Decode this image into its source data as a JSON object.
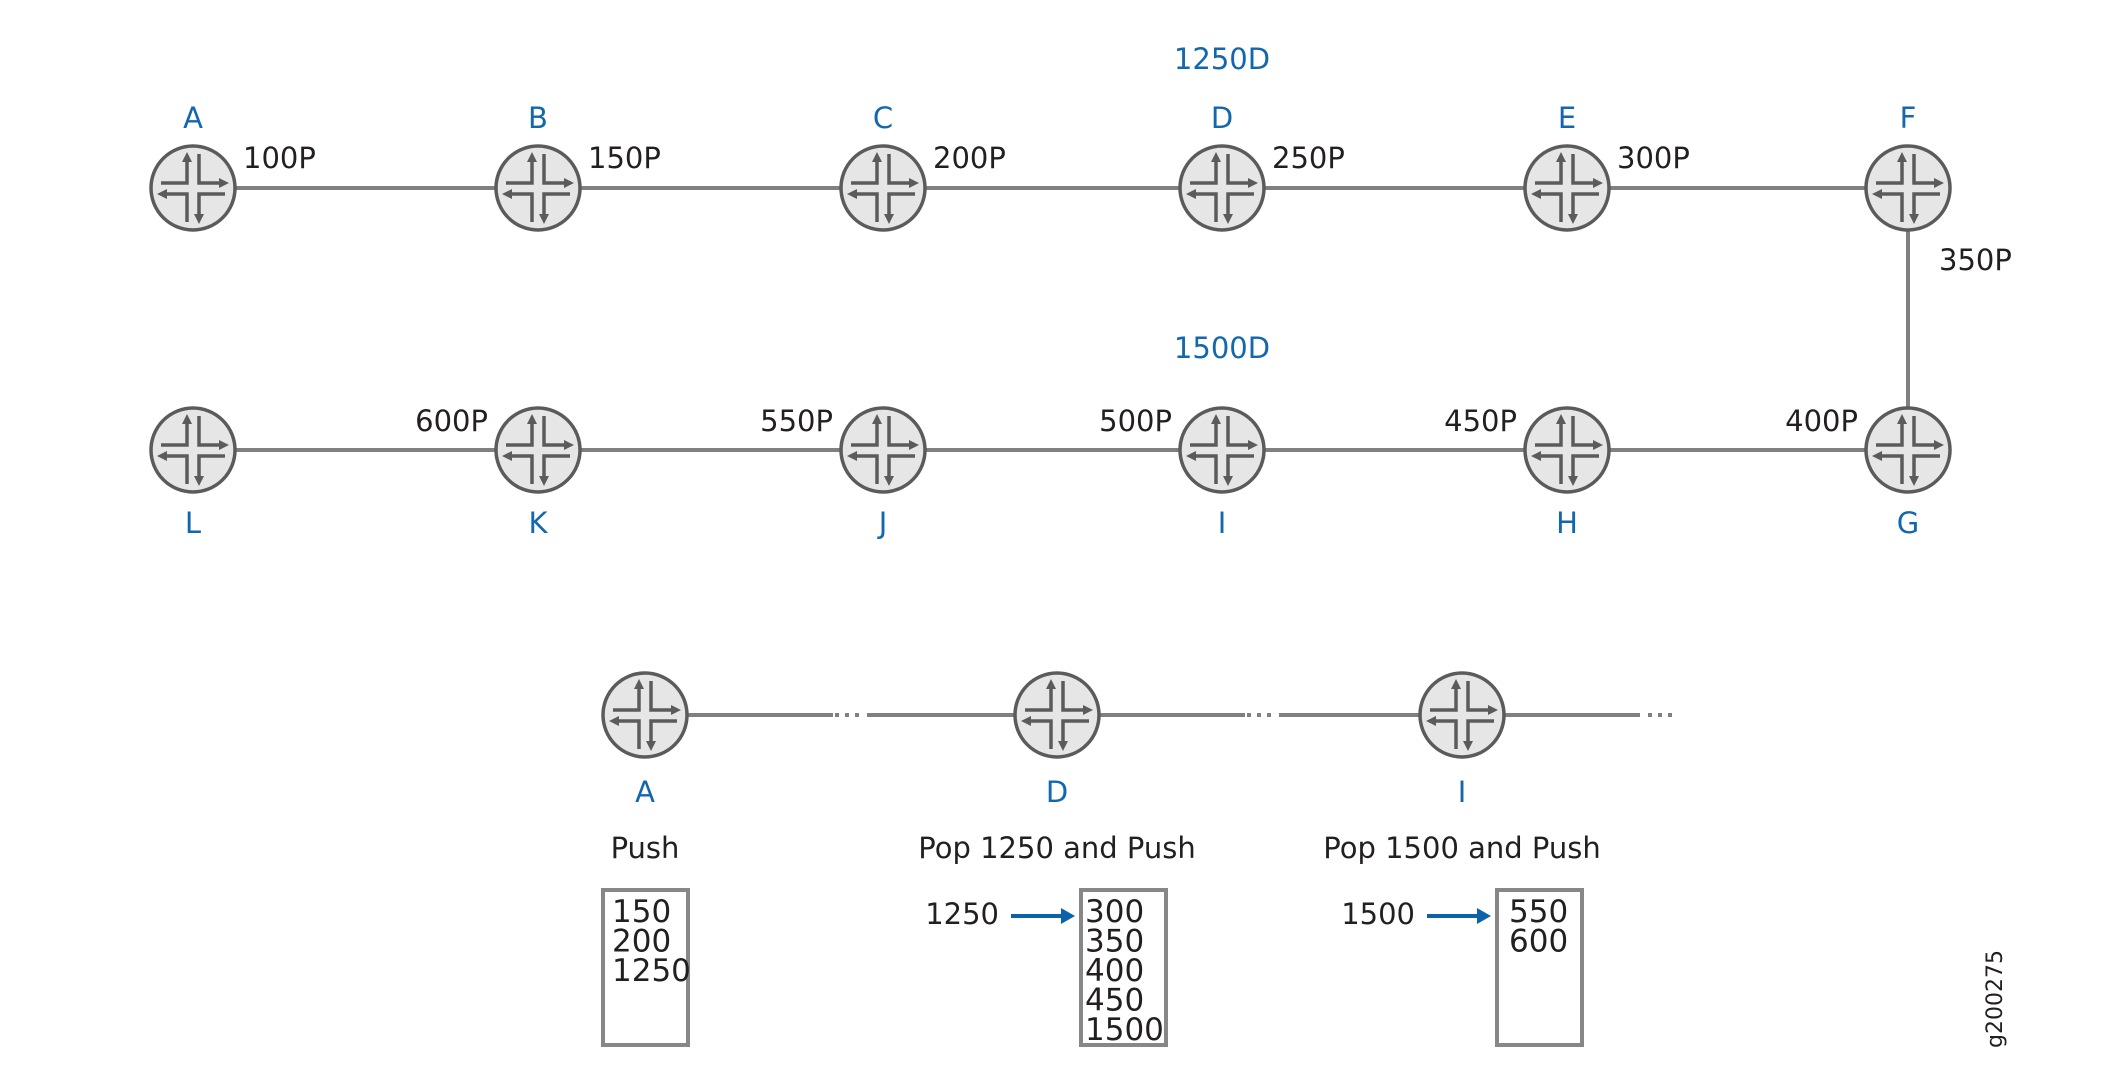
{
  "colors": {
    "label_blue": "#1267ad",
    "text": "#231f20",
    "link_gray": "#808080",
    "router_fill": "#e6e6e6",
    "router_stroke": "#5b5b5d",
    "arrow_blue": "#0a62a8",
    "box_border": "#87878a"
  },
  "topology": {
    "top_row": {
      "routers": [
        "A",
        "B",
        "C",
        "D",
        "E",
        "F"
      ],
      "link_labels": [
        "100P",
        "150P",
        "200P",
        "250P",
        "300P"
      ],
      "domain_label": "1250D"
    },
    "vertical_link_label": "350P",
    "bottom_row": {
      "routers": [
        "L",
        "K",
        "J",
        "I",
        "H",
        "G"
      ],
      "link_labels": [
        "600P",
        "550P",
        "500P",
        "450P",
        "400P"
      ],
      "domain_label": "1500D"
    }
  },
  "operations": [
    {
      "router": "A",
      "action": "Push",
      "incoming": "",
      "stack": [
        "150",
        "200",
        "1250"
      ]
    },
    {
      "router": "D",
      "action": "Pop 1250 and Push",
      "incoming": "1250",
      "stack": [
        "300",
        "350",
        "400",
        "450",
        "1500"
      ]
    },
    {
      "router": "I",
      "action": "Pop 1500 and Push",
      "incoming": "1500",
      "stack": [
        "550",
        "600"
      ]
    }
  ],
  "figure_id": "g200275"
}
